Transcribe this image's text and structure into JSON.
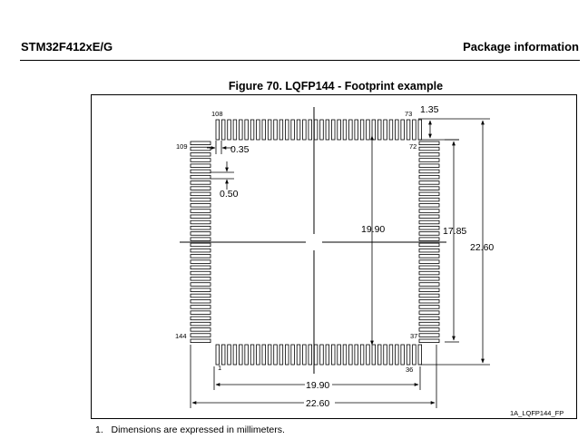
{
  "header": {
    "doc_id": "STM32F412xE/G",
    "section": "Package information"
  },
  "figure": {
    "title": "Figure 70. LQFP144 - Footprint example",
    "ref_code": "1A_LQFP144_FP",
    "pin_labels": {
      "top_left": "108",
      "top_right": "73",
      "left_top": "109",
      "right_top": "72",
      "left_bottom": "144",
      "right_bottom": "37",
      "bottom_left": "1",
      "bottom_right": "36"
    },
    "dimensions": {
      "pad_length": "1.35",
      "pad_width": "0.35",
      "pitch": "0.50",
      "row_span_vertical": "19.90",
      "pad_span_vertical": "17.85",
      "overall_vertical": "22.60",
      "row_span_horizontal": "19.90",
      "overall_horizontal": "22.60"
    }
  },
  "footnote": {
    "number": "1.",
    "text": "Dimensions are expressed in millimeters."
  }
}
